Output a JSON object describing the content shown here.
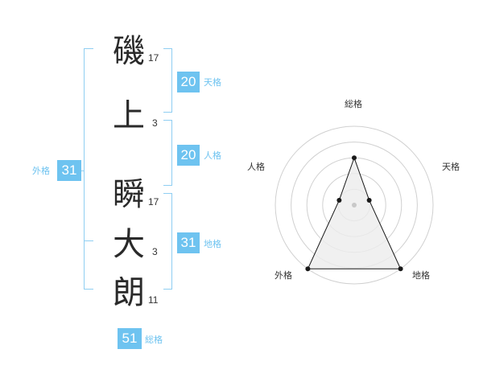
{
  "name": {
    "chars": [
      {
        "char": "磯",
        "strokes": "17"
      },
      {
        "char": "上",
        "strokes": "3"
      },
      {
        "char": "瞬",
        "strokes": "17"
      },
      {
        "char": "大",
        "strokes": "3"
      },
      {
        "char": "朗",
        "strokes": "11"
      }
    ]
  },
  "kaku": {
    "ten": {
      "value": "20",
      "label": "天格"
    },
    "jin": {
      "value": "20",
      "label": "人格"
    },
    "chi": {
      "value": "31",
      "label": "地格"
    },
    "gai": {
      "value": "31",
      "label": "外格"
    },
    "so": {
      "value": "51",
      "label": "総格"
    }
  },
  "chart_data": {
    "type": "radar",
    "axes": [
      "総格",
      "天格",
      "地格",
      "外格",
      "人格"
    ],
    "values": [
      3,
      1,
      5,
      5,
      1
    ],
    "rmax": 5,
    "rings": 5,
    "colors": {
      "ring": "#d0d0d0",
      "fill": "#ececec",
      "line": "#1a1a1a",
      "center": "#c8c8c8"
    }
  }
}
